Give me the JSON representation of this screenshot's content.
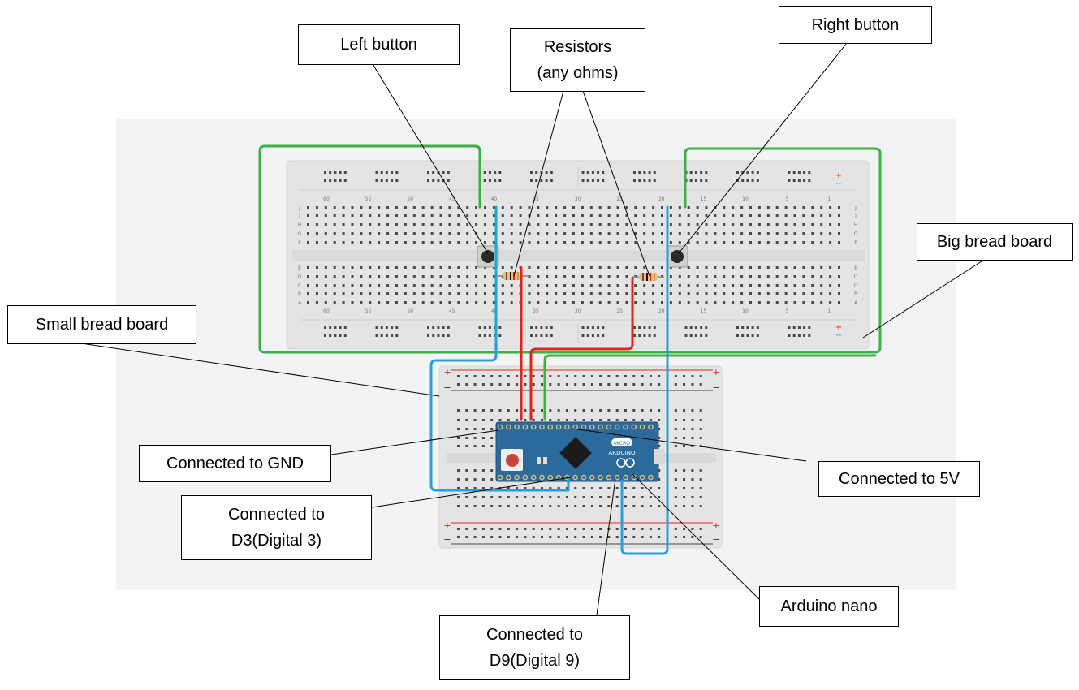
{
  "labels": {
    "left_button": "Left button",
    "resistors": "Resistors\n(any ohms)",
    "right_button": "Right button",
    "big_bread_board": "Big bread board",
    "small_bread_board": "Small bread board",
    "connected_gnd": "Connected to GND",
    "connected_5v": "Connected to 5V",
    "connected_d3": "Connected to\nD3(Digital 3)",
    "connected_d9": "Connected to\nD9(Digital 9)",
    "arduino_nano": "Arduino nano"
  },
  "big_board": {
    "top_numbers": [
      "60",
      "55",
      "50",
      "45",
      "40",
      "35",
      "30",
      "25",
      "20",
      "15",
      "10",
      "5",
      "1"
    ],
    "bottom_numbers": [
      "60",
      "55",
      "50",
      "45",
      "40",
      "35",
      "30",
      "25",
      "20",
      "15",
      "10",
      "5",
      "1"
    ],
    "row_letters_top": [
      "J",
      "I",
      "H",
      "G",
      "F"
    ],
    "row_letters_bottom": [
      "E",
      "D",
      "C",
      "B",
      "A"
    ],
    "rail_plus": "+",
    "rail_minus": "−"
  },
  "small_board": {
    "rail_plus": "+",
    "rail_minus": "−"
  },
  "arduino": {
    "brand": "ARDUINO",
    "model": "MICRO"
  },
  "colors": {
    "green_wire": "#3cb043",
    "blue_wire": "#2a9fd6",
    "red_wire": "#e0241d",
    "board_fill": "#e6e6e6",
    "arduino_blue": "#2c6a9c",
    "canvas_bg": "#f2f3f5"
  }
}
